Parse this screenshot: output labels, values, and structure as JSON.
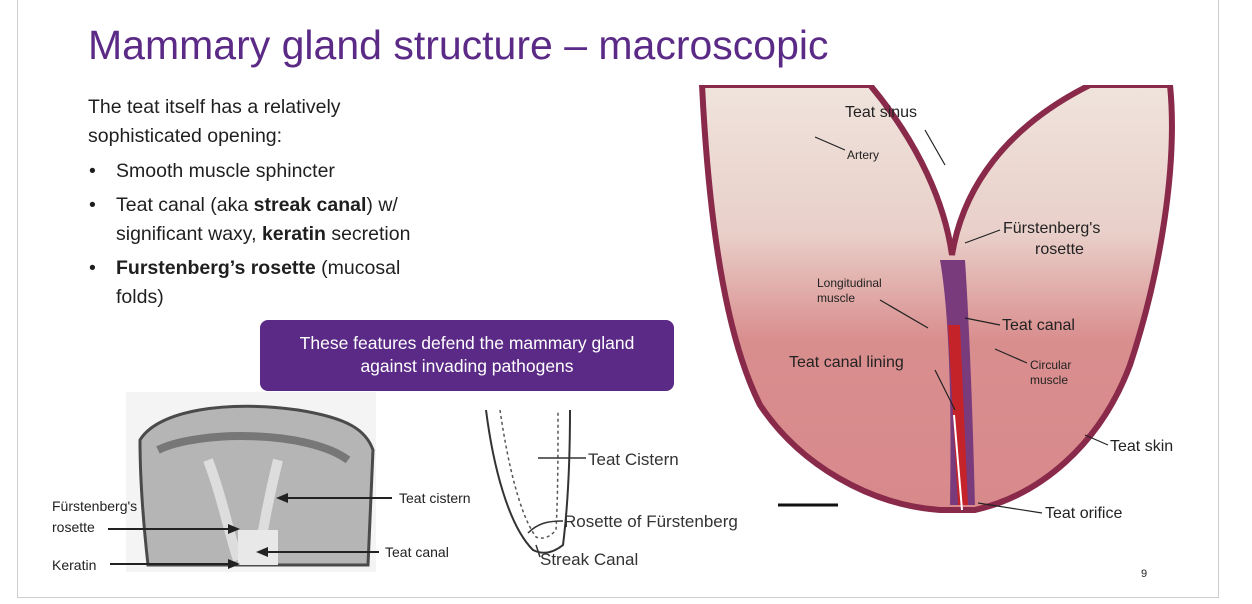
{
  "slide": {
    "title": "Mammary gland structure – macroscopic",
    "intro_line1": "The teat itself has a relatively",
    "intro_line2": "sophisticated opening:",
    "bullets": {
      "b1": "Smooth muscle sphincter",
      "b2_pre": "Teat canal (aka ",
      "b2_bold": "streak canal",
      "b2_mid": ") w/",
      "b2_line2_pre": "significant waxy, ",
      "b2_line2_bold": "keratin",
      "b2_line2_post": " secretion",
      "b3_bold": "Furstenberg’s rosette",
      "b3_post": " (mucosal",
      "b3_line2": "folds)"
    },
    "callout_line1": "These features defend the mammary gland",
    "callout_line2": "against invading pathogens",
    "page_number": "9"
  },
  "histology": {
    "teat_sinus": "Teat sinus",
    "artery": "Artery",
    "rosette_line1": "Fürstenberg's",
    "rosette_line2": "rosette",
    "longitudinal_line1": "Longitudinal",
    "longitudinal_line2": "muscle",
    "teat_canal": "Teat canal",
    "teat_canal_lining": "Teat canal lining",
    "circular_line1": "Circular",
    "circular_line2": "muscle",
    "teat_skin": "Teat skin",
    "teat_orifice": "Teat orifice"
  },
  "photo": {
    "rosette_line1": "Fürstenberg's",
    "rosette_line2": "rosette",
    "keratin": "Keratin",
    "teat_cistern": "Teat cistern",
    "teat_canal": "Teat canal"
  },
  "sketch": {
    "teat_cistern": "Teat Cistern",
    "rosette": "Rosette of Fürstenberg",
    "streak_canal": "Streak Canal"
  },
  "colors": {
    "title": "#5b2a86",
    "callout_bg": "#5b2a86"
  }
}
